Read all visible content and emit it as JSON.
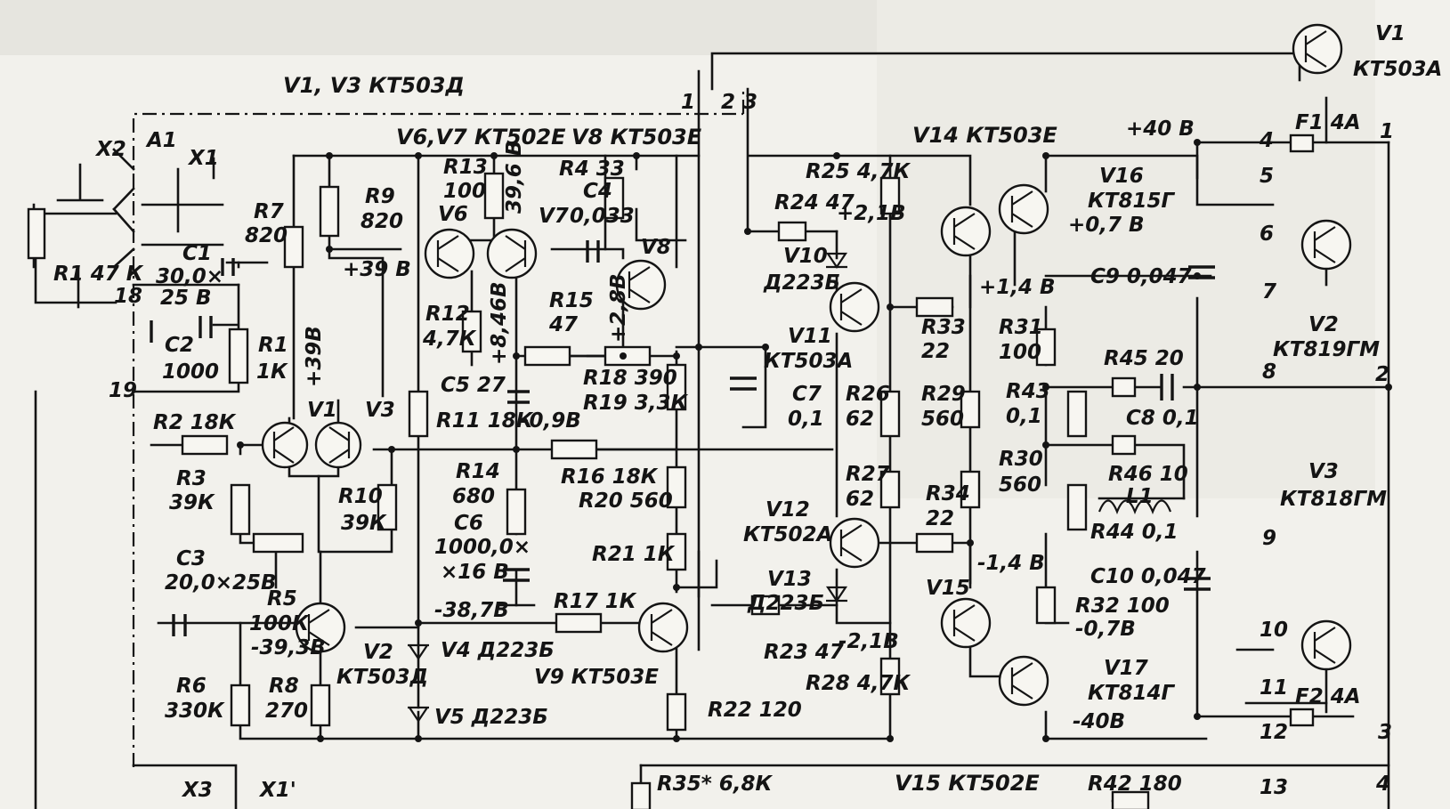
{
  "labels": {
    "title": "V1, V3 КТ503Д",
    "v6v7": "V6,V7 КТ502Е",
    "v8hdr": "V8 КТ503Е",
    "v14hdr": "V14 КТ503Е",
    "v15hdr": "V15 КТ502Е",
    "a1": "A1",
    "x1": "X1",
    "x2": "X2",
    "x3": "X3",
    "x1p": "X1'",
    "r1_47k": "R1 47 К",
    "r7": "R7",
    "r7v": "820",
    "r9": "R9",
    "r9v": "820",
    "c1": "C1",
    "c1v": "30,0×",
    "c1v2": "25 В",
    "n18": "18",
    "n19": "19",
    "c2": "C2",
    "c2v": "1000",
    "r1": "R1",
    "r1v": "1К",
    "r2": "R2 18К",
    "r3": "R3",
    "r3v": "39К",
    "v1": "V1",
    "v3": "V3",
    "plus39a": "+39В",
    "plus39b": "+39 В",
    "r13": "R13",
    "r13v": "100",
    "v6": "V6",
    "v396": "39,6 В",
    "v7": "V7",
    "r4": "R4 33",
    "c4": "C4",
    "c4v": "0,033",
    "v8": "V8",
    "r12": "R12",
    "r12v": "4,7К",
    "v846": "+8,46В",
    "r15": "R15",
    "r15v": "47",
    "v28": "+2,8В",
    "r18": "R18 390",
    "r19": "R19 3,3К",
    "c5": "C5 27",
    "r11": "R11 18К",
    "m09": "-0,9В",
    "r16": "R16 18К",
    "r20": "R20 560",
    "r14": "R14",
    "r14v": "680",
    "c6": "C6",
    "c6v": "1000,0×",
    "c6v2": "×16 В",
    "r21": "R21 1К",
    "r10": "R10",
    "r10v": "39К",
    "c3": "C3",
    "c3v": "20,0×25В",
    "r5": "R5",
    "r5v": "100К",
    "m393": "-39,3В",
    "v2": "V2",
    "v2t": "КТ503Д",
    "m387": "-38,7В",
    "v4": "V4 Д223Б",
    "r17": "R17 1К",
    "r6": "R6",
    "r6v": "330К",
    "r8": "R8",
    "r8v": "270",
    "v5": "V5 Д223Б",
    "v9": "V9 КТ503Е",
    "r22": "R22 120",
    "n1": "1",
    "n2": "2",
    "n3": "3",
    "r25": "R25 4,7К",
    "r24": "R24 47",
    "v21": "+2,1В",
    "v10": "V10",
    "v10t": "Д223Б",
    "v11": "V11",
    "v11t": "КТ503А",
    "c7": "C7",
    "c7v": "0,1",
    "r26": "R26",
    "r26v": "62",
    "r27": "R27",
    "r27v": "62",
    "v12": "V12",
    "v12t": "КТ502А",
    "v13": "V13",
    "v13t": "Д223Б",
    "r23": "R23 47",
    "m21": "-2,1В",
    "r28": "R28 4,7К",
    "r33": "R33",
    "r33v": "22",
    "r29": "R29",
    "r29v": "560",
    "r34": "R34",
    "r34v": "22",
    "v15": "V15",
    "v14_14": "+1,4 В",
    "r31": "R31",
    "r31v": "100",
    "r30": "R30",
    "r30v": "560",
    "r43": "R43",
    "r43v": "0,1",
    "m14": "-1,4 В",
    "r32": "R32 100",
    "m07": "-0,7В",
    "v16": "V16",
    "v16t": "КТ815Г",
    "v16v": "+0,7 В",
    "v17": "V17",
    "v17t": "КТ814Г",
    "m40": "-40В",
    "p40": "+40 В",
    "c9": "C9 0,047",
    "r45": "R45 20",
    "c8": "C8 0,1",
    "r46": "R46 10",
    "l1": "L1",
    "r44": "R44 0,1",
    "c10": "C10 0,047",
    "r35": "R35* 6,8К",
    "r42": "R42 180",
    "vt1": "V1",
    "vt1t": "КТ503А",
    "f1": "F1 4А",
    "f2": "F2 4А",
    "n4": "4",
    "n5": "5",
    "n6": "6",
    "n7": "7",
    "n8": "8",
    "n9": "9",
    "n10": "10",
    "n11": "11",
    "n12": "12",
    "n13": "13",
    "o1": "1",
    "o2": "2",
    "o3": "3",
    "o4": "4",
    "vt2": "V2",
    "vt2t": "КТ819ГМ",
    "vt3": "V3",
    "vt3t": "КТ818ГМ"
  }
}
